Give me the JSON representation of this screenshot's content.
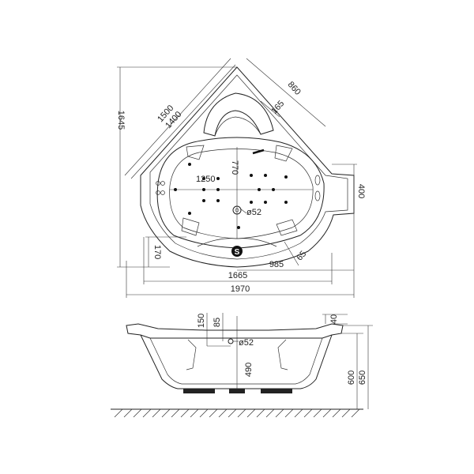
{
  "plan_view": {
    "dim_1645": "1645",
    "dim_1500": "1500",
    "dim_1400": "1400",
    "dim_860": "860",
    "dim_165": "165",
    "dim_770": "770",
    "dim_1250": "1250",
    "dim_400": "400",
    "dim_52": "ø52",
    "dim_170": "170",
    "dim_985": "985",
    "dim_65": "65",
    "dim_1665": "1665",
    "dim_1970": "1970",
    "drain_symbol": "S"
  },
  "side_view": {
    "dim_150": "150",
    "dim_85": "85",
    "dim_52": "ø52",
    "dim_40": "40",
    "dim_490": "490",
    "dim_600": "600",
    "dim_650": "650"
  },
  "colors": {
    "line": "#222222",
    "background": "#ffffff"
  }
}
